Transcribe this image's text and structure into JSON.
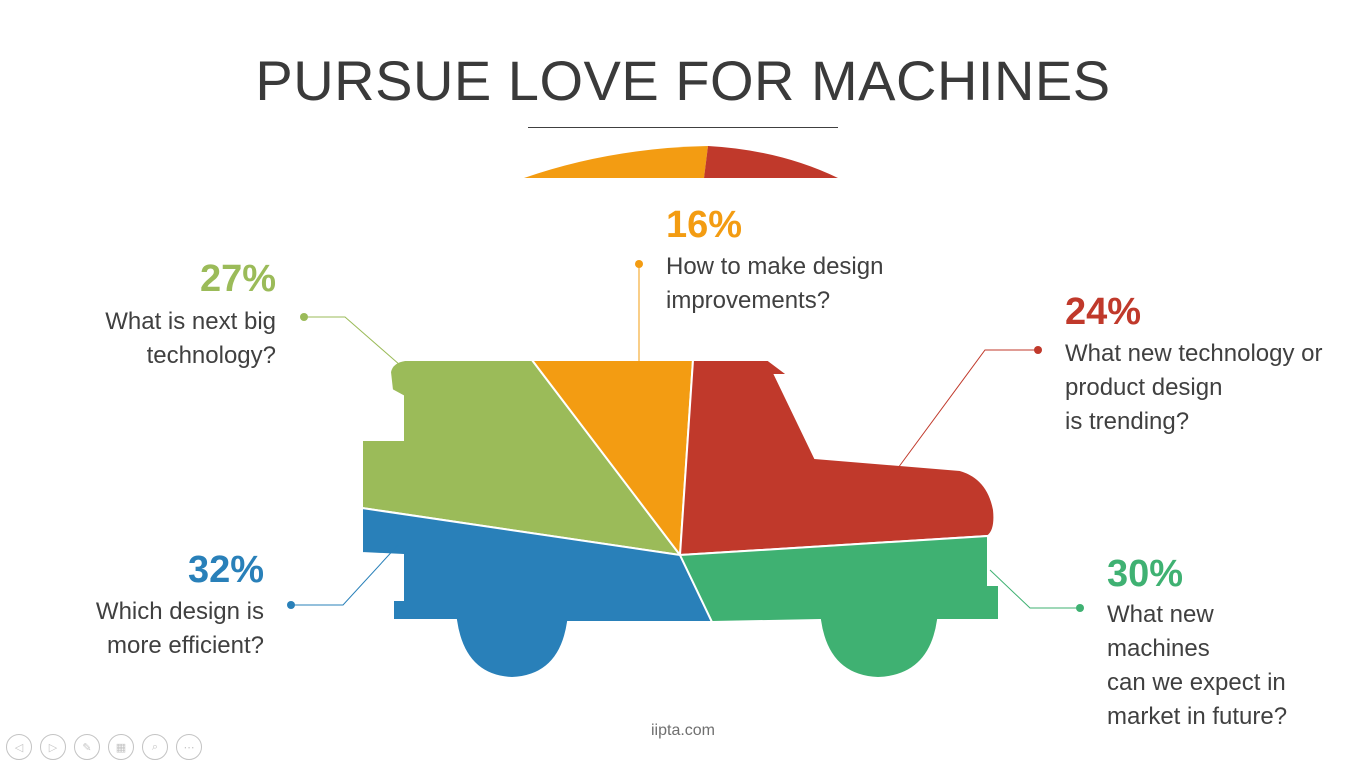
{
  "slide": {
    "title": "PURSUE LOVE FOR MACHINES",
    "footer": "iipta.com"
  },
  "segments": [
    {
      "id": "green-light",
      "percent": "27%",
      "description": "What is next big\ntechnology?",
      "color": "#9BBB59"
    },
    {
      "id": "orange",
      "percent": "16%",
      "description": "How to make design\nimprovements?",
      "color": "#F39C12"
    },
    {
      "id": "red",
      "percent": "24%",
      "description": "What new technology or\n product design\nis trending?",
      "color": "#C0392B"
    },
    {
      "id": "blue",
      "percent": "32%",
      "description": "Which design is\nmore efficient?",
      "color": "#2980B9"
    },
    {
      "id": "green",
      "percent": "30%",
      "description": "What new\nmachines\ncan we expect in\nmarket in future?",
      "color": "#3FB172"
    }
  ],
  "controls": [
    {
      "name": "previous-slide",
      "icon": "arrow-left-icon",
      "glyph": "◁"
    },
    {
      "name": "next-slide",
      "icon": "arrow-right-icon",
      "glyph": "▷"
    },
    {
      "name": "pen-tool",
      "icon": "pen-icon",
      "glyph": "✎"
    },
    {
      "name": "see-all-slides",
      "icon": "grid-icon",
      "glyph": "▦"
    },
    {
      "name": "zoom",
      "icon": "magnifier-icon",
      "glyph": "⌕"
    },
    {
      "name": "more-options",
      "icon": "ellipsis-icon",
      "glyph": "⋯"
    }
  ]
}
